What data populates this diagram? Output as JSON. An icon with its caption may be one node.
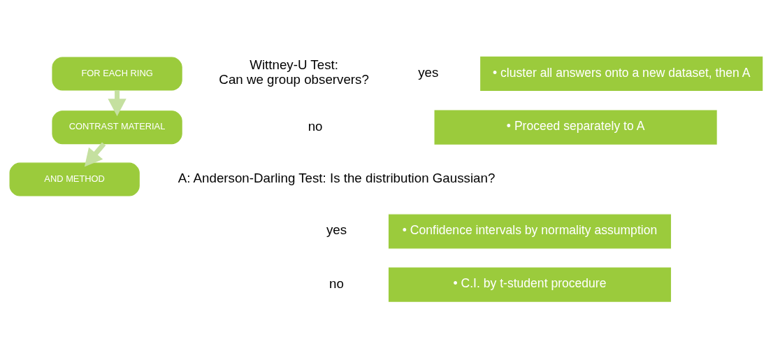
{
  "diagram": {
    "nodes": [
      {
        "text": [
          "FOR EACH RING"
        ]
      },
      {
        "text": [
          "CONTRAST MATERIAL"
        ]
      },
      {
        "text": [
          "AND METHOD"
        ]
      },
      {
        "text": [
          "• cluster all answers onto a new dataset, then A"
        ]
      },
      {
        "text": [
          "• Proceed separately to A"
        ]
      },
      {
        "text": [
          "• Confidence intervals by normality assumption"
        ]
      },
      {
        "text": [
          "• C.I. by t-student procedure"
        ]
      }
    ],
    "edges": [
      {
        "from": 0,
        "to": 1,
        "arrow": "to"
      },
      {
        "from": 1,
        "to": 2,
        "arrow": "to"
      }
    ],
    "labels": [
      "Wittney-U Test: Can we group observers?",
      "yes",
      "no",
      "A: Anderson-Darling Test: Is the distribution Gaussian?",
      "yes",
      "no"
    ]
  }
}
